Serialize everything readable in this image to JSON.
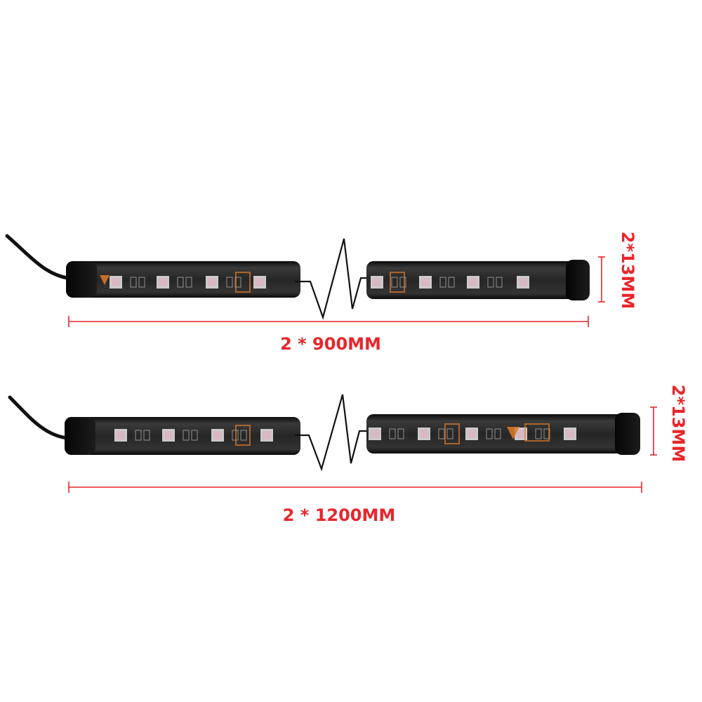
{
  "colors": {
    "dimension": "#e8262b",
    "strip_body": "#2a2a2a",
    "strip_edge": "#0d0d0d",
    "led_lens": "#d9b8c4",
    "led_pad": "#f2f2f2",
    "board_marking": "#bdbdbd",
    "brand_logo": "#e07a2a",
    "cable": "#111111",
    "break_line": "#111111"
  },
  "strips": [
    {
      "id": "strip-900",
      "length_label": "2 * 900MM",
      "width_label": "2*13MM"
    },
    {
      "id": "strip-1200",
      "length_label": "2 * 1200MM",
      "width_label": "2*13MM"
    }
  ]
}
